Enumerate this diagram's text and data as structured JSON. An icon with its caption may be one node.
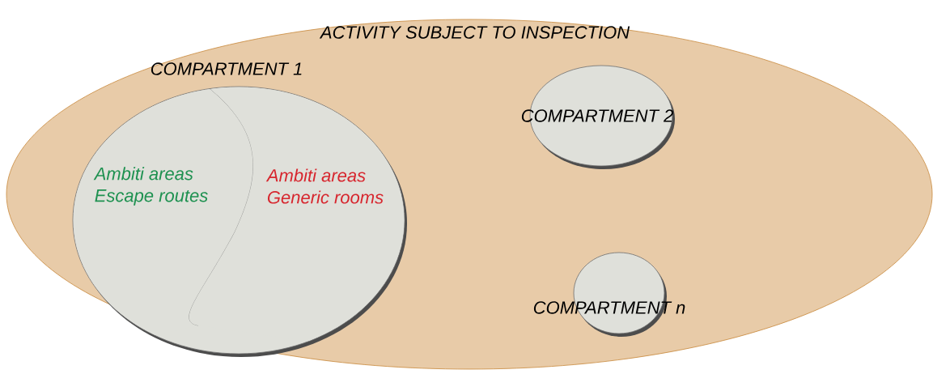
{
  "diagram": {
    "nodes": [
      {
        "text": [
          "ACTIVITY SUBJECT TO INSPECTION"
        ]
      },
      {
        "text": [
          "COMPARTMENT 1"
        ],
        "in": 0
      },
      {
        "text": [
          "Ambiti areas",
          "Escape routes"
        ],
        "in": 1
      },
      {
        "text": [
          "Ambiti areas",
          "Generic rooms"
        ],
        "in": 1
      },
      {
        "text": [
          "COMPARTMENT 2"
        ],
        "in": 0
      },
      {
        "text": [
          "COMPARTMENT n"
        ],
        "in": 0
      }
    ]
  }
}
